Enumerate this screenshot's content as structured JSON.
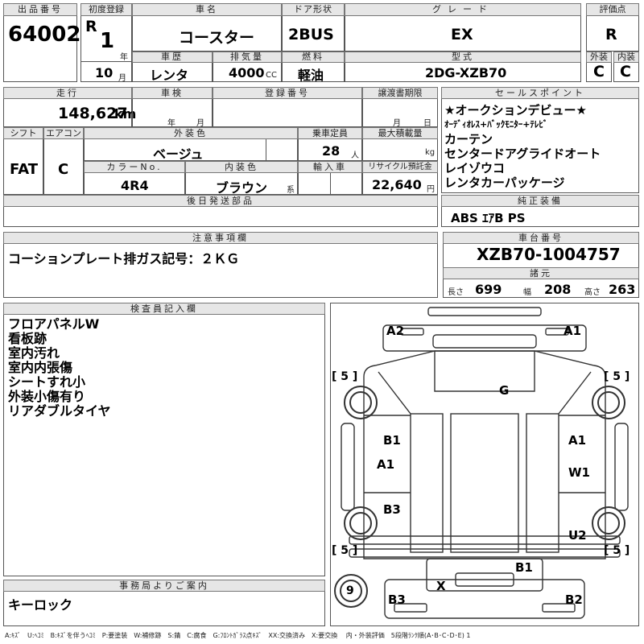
{
  "top": {
    "lot_label": "出品番号",
    "lot": "64002",
    "first_reg_label": "初度登録",
    "era": "R",
    "year_num": "1",
    "year_unit": "年",
    "month_num": "10",
    "month_unit": "月",
    "car_name_label": "車名",
    "car_name": "コースター",
    "door_label": "ドア形状",
    "door": "2BUS",
    "grade_label": "グレード",
    "grade": "EX",
    "score_label": "評価点",
    "score": "R",
    "history_label": "車歴",
    "history": "レンタ",
    "cc_label": "排気量",
    "cc": "4000",
    "cc_unit": "CC",
    "fuel_label": "燃料",
    "fuel": "軽油",
    "model_label": "型式",
    "model": "2DG-XZB70",
    "ext_label": "外装",
    "ext": "C",
    "int_label": "内装",
    "int": "C"
  },
  "mid": {
    "mileage_label": "走行",
    "mileage": "148,627",
    "mileage_unit": "km",
    "inspection_label": "車検",
    "insp_year": "年",
    "insp_month": "月",
    "reg_no_label": "登録番号",
    "transfer_label": "譲渡書期限",
    "transfer_month": "月",
    "transfer_day": "日",
    "shift_label": "シフト",
    "shift": "FAT",
    "ac_label": "エアコン",
    "ac": "C",
    "color_label": "外装色",
    "color": "ベージュ",
    "capacity_label": "乗車定員",
    "capacity": "28",
    "capacity_unit": "人",
    "load_label": "最大積載量",
    "load_unit": "kg",
    "color_no_label": "カラーNo.",
    "color_no": "4R4",
    "int_color_label": "内装色",
    "int_color": "ブラウン",
    "int_color_unit": "系",
    "import_label": "輸入車",
    "recycle_label": "リサイクル預託金",
    "recycle": "22,640",
    "recycle_unit": "円",
    "later_label": "後日発送部品"
  },
  "sales": {
    "label": "セールスポイント",
    "lines": [
      "★オークションデビュー★",
      "ｵｰﾃﾞｨｵﾚｽ+ﾊﾞｯｸﾓﾆﾀｰ+ﾃﾚﾋﾞ",
      "カーテン",
      "センタードアグライドオート",
      "レイゾウコ",
      "レンタカーパッケージ"
    ]
  },
  "equip": {
    "label": "純正装備",
    "value": "ABS ｴｱB PS"
  },
  "notes": {
    "label": "注意事項欄",
    "value": "コーションプレート排ガス記号：２ＫＧ"
  },
  "chassis": {
    "label": "車台番号",
    "value": "XZB70-1004757",
    "spec_label": "諸元",
    "length_label": "長さ",
    "length": "699",
    "width_label": "幅",
    "width": "208",
    "height_label": "高さ",
    "height": "263"
  },
  "inspector": {
    "label": "検査員記入欄",
    "lines": [
      "フロアパネルW",
      "看板跡",
      "室内汚れ",
      "室内内張傷",
      "シートすれ小",
      "外装小傷有り",
      "リアダブルタイヤ"
    ]
  },
  "office": {
    "label": "事務局よりご案内",
    "value": "キーロック"
  },
  "diagram": {
    "marks": [
      "A2",
      "A1",
      "G",
      "B1",
      "A1",
      "A1",
      "W1",
      "B3",
      "U2",
      "B1",
      "X",
      "B3",
      "B2"
    ],
    "tires": [
      "[ 5 ]",
      "[ 5 ]",
      "[ 5 ]",
      "[ 5 ]",
      "9"
    ]
  },
  "legend": "A:ｷｽﾞ　U:ﾍｺﾐ　B:ｷｽﾞを伴うﾍｺﾐ　P:要塗装　W:補修跡　S:錆　C:腐食　G:ﾌﾛﾝﾄｶﾞﾗｽ点ｷｽﾞ　XX:交換済み　X:要交換　 内・外装評価　5段階ﾗﾝｸ順(A･B･C･D･E) 1"
}
